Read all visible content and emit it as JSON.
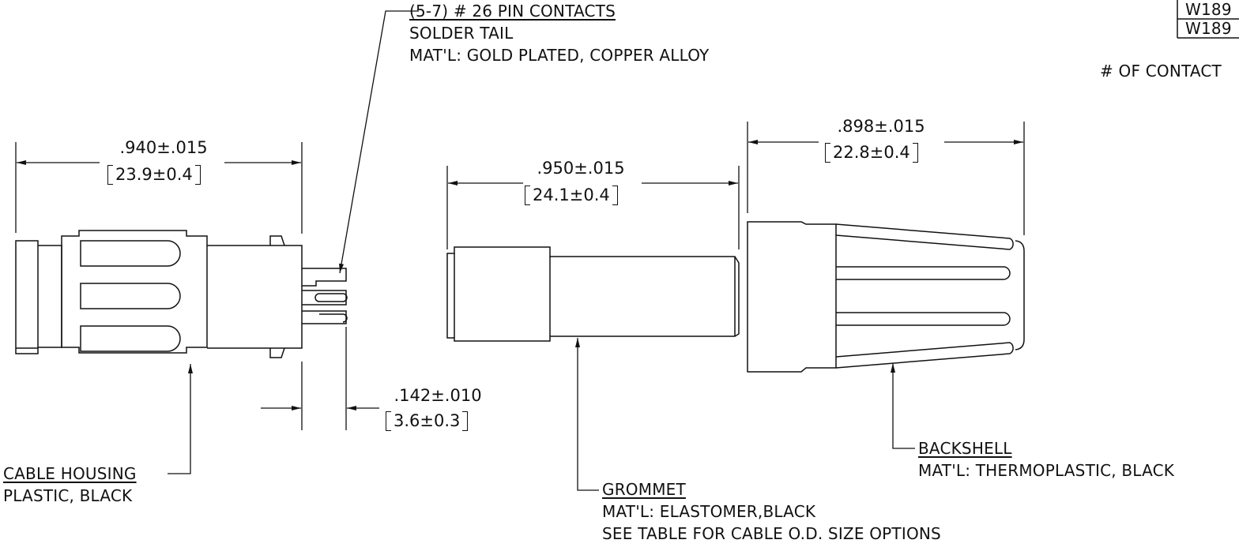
{
  "labels": {
    "contacts": {
      "title": "(5-7) # 26 PIN CONTACTS",
      "line2": "SOLDER TAIL",
      "line3": "MAT'L: GOLD PLATED, COPPER ALLOY"
    },
    "housing": {
      "title": "CABLE HOUSING",
      "line2": "PLASTIC, BLACK"
    },
    "grommet": {
      "title": "GROMMET",
      "line2": "MAT'L: ELASTOMER,BLACK",
      "line3": "SEE TABLE FOR CABLE O.D. SIZE OPTIONS"
    },
    "backshell": {
      "title": "BACKSHELL",
      "line2": "MAT'L: THERMOPLASTIC, BLACK"
    }
  },
  "dimensions": {
    "housing_length": {
      "inch": ".940±.015",
      "mm": "23.9±0.4"
    },
    "grommet_length": {
      "inch": ".950±.015",
      "mm": "24.1±0.4"
    },
    "backshell_length": {
      "inch": ".898±.015",
      "mm": "22.8±0.4"
    },
    "tail_length": {
      "inch": ".142±.010",
      "mm": "3.6±0.3"
    }
  },
  "table": {
    "row1": "W189",
    "row2": "W189",
    "contacts_label": "# OF CONTACT"
  }
}
